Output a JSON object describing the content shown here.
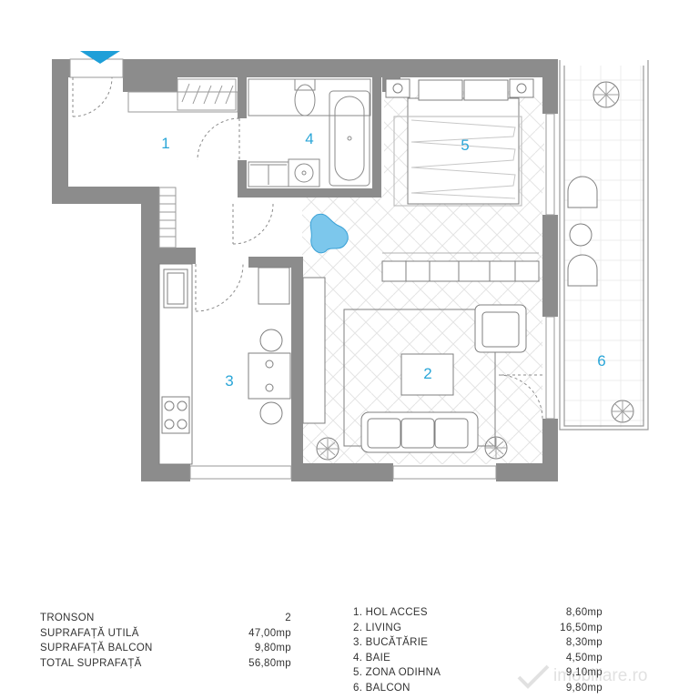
{
  "rooms": [
    {
      "number": "1"
    },
    {
      "number": "2"
    },
    {
      "number": "3"
    },
    {
      "number": "4"
    },
    {
      "number": "5"
    },
    {
      "number": "6"
    }
  ],
  "summary": [
    {
      "label": "TRONSON",
      "value": "2"
    },
    {
      "label": "SUPRAFAȚĂ UTILĂ",
      "value": "47,00mp"
    },
    {
      "label": "SUPRAFAȚĂ BALCON",
      "value": "9,80mp"
    },
    {
      "label": "TOTAL SUPRAFAȚĂ",
      "value": "56,80mp"
    }
  ],
  "room_areas": [
    {
      "label": "1. HOL ACCES",
      "value": "8,60mp"
    },
    {
      "label": "2. LIVING",
      "value": "16,50mp"
    },
    {
      "label": "3. BUCĂTĂRIE",
      "value": "8,30mp"
    },
    {
      "label": "4. BAIE",
      "value": "4,50mp"
    },
    {
      "label": "5. ZONA ODIHNA",
      "value": "9,10mp"
    },
    {
      "label": "6. BALCON",
      "value": "9,80mp"
    }
  ],
  "watermark": {
    "text": "imobiliare.ro"
  },
  "colors": {
    "wall": "#8c8c8c",
    "room_number": "#2aa6d8",
    "entry_marker": "#1e9fd8",
    "line": "#9a9a9a",
    "herringbone": "#e6e6e6"
  }
}
